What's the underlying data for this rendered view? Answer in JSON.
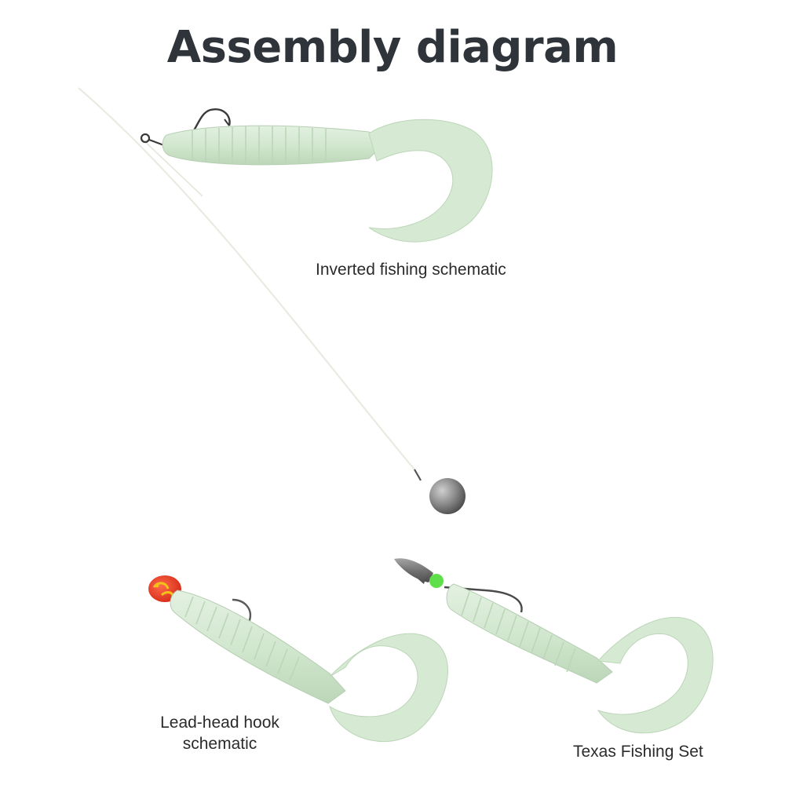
{
  "title": "Assembly diagram",
  "rigs": [
    {
      "id": "inverted",
      "label": "Inverted fishing schematic"
    },
    {
      "id": "lead-head",
      "label": "Lead-head hook schematic"
    },
    {
      "id": "texas",
      "label": "Texas Fishing Set"
    }
  ],
  "colors": {
    "title_text": "#2f343a",
    "lure_body": "#d3e8d1",
    "lure_edge": "#b5cfb2",
    "hook_metal": "#3a3a3a",
    "sinker_metal": "#8a8a8a",
    "jig_head_red": "#e8402a",
    "jig_head_yellow": "#f2c21a",
    "bead_green": "#5fe04a"
  }
}
